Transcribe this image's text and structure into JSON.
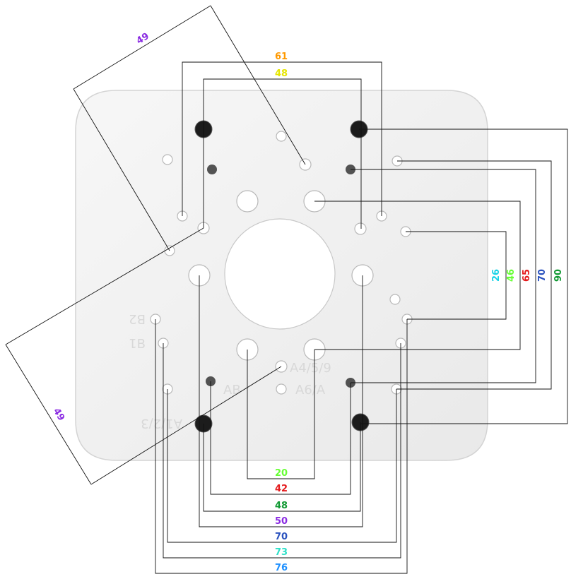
{
  "diagram": {
    "colors": {
      "plate": "#f0f0f0",
      "plate_edge": "#d4d4d4",
      "line": "#111111",
      "orange": "#ff9900",
      "yellow": "#e6e600",
      "purple": "#8a2be2",
      "cyan": "#19d3e6",
      "green_light": "#66ff33",
      "red": "#e41a1c",
      "blue": "#2a52be",
      "green": "#119933",
      "teal": "#2ee0c8",
      "sky": "#1e90ff"
    },
    "top_dims": [
      {
        "label": "61",
        "color": "#ff9900"
      },
      {
        "label": "48",
        "color": "#e6e600"
      }
    ],
    "diag_dims": [
      {
        "label": "49",
        "color": "#8a2be2"
      },
      {
        "label": "49",
        "color": "#8a2be2"
      }
    ],
    "right_dims": [
      {
        "label": "26",
        "color": "#19d3e6"
      },
      {
        "label": "46",
        "color": "#66ff33"
      },
      {
        "label": "65",
        "color": "#e41a1c"
      },
      {
        "label": "70",
        "color": "#2a52be"
      },
      {
        "label": "90",
        "color": "#119933"
      }
    ],
    "bottom_dims": [
      {
        "label": "20",
        "color": "#66ff33"
      },
      {
        "label": "42",
        "color": "#e41a1c"
      },
      {
        "label": "48",
        "color": "#119933"
      },
      {
        "label": "50",
        "color": "#8a2be2"
      },
      {
        "label": "70",
        "color": "#2a52be"
      },
      {
        "label": "73",
        "color": "#2ee0c8"
      },
      {
        "label": "76",
        "color": "#1e90ff"
      }
    ],
    "embossed": {
      "b2": "B2",
      "b1": "ꓭ1",
      "a123": "A1/2/3",
      "a459": "A4/5/9",
      "a6a": "A6/A",
      "ab": "AB"
    }
  }
}
